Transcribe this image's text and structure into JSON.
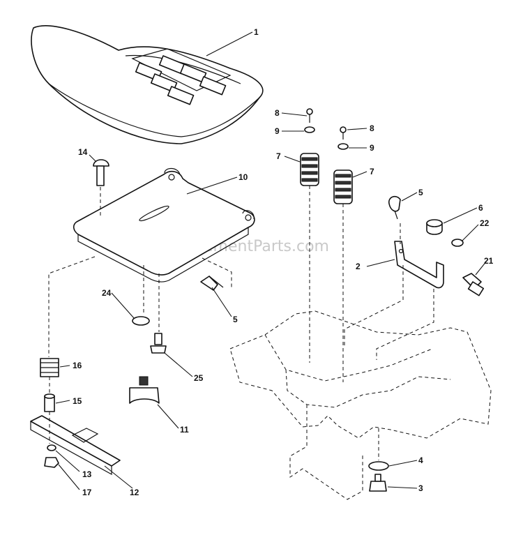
{
  "watermark": "eReplacementParts.com",
  "parts": [
    {
      "key": "seat",
      "callout": "1"
    },
    {
      "key": "bracket",
      "callout": "2"
    },
    {
      "key": "bolt",
      "callout": "3"
    },
    {
      "key": "washer",
      "callout": "4"
    },
    {
      "key": "knob-upper",
      "callout": "5"
    },
    {
      "key": "knob-lower",
      "callout": "5"
    },
    {
      "key": "bushing",
      "callout": "6"
    },
    {
      "key": "spring-left",
      "callout": "7"
    },
    {
      "key": "spring-right",
      "callout": "7"
    },
    {
      "key": "pin-left",
      "callout": "8"
    },
    {
      "key": "pin-right",
      "callout": "8"
    },
    {
      "key": "washer-left",
      "callout": "9"
    },
    {
      "key": "washer-right",
      "callout": "9"
    },
    {
      "key": "seat-pan",
      "callout": "10"
    },
    {
      "key": "knob-adjust",
      "callout": "11"
    },
    {
      "key": "slide-plate",
      "callout": "12"
    },
    {
      "key": "nut",
      "callout": "13"
    },
    {
      "key": "carriage-bolt",
      "callout": "14"
    },
    {
      "key": "spacer",
      "callout": "15"
    },
    {
      "key": "spring-coil",
      "callout": "16"
    },
    {
      "key": "locknut",
      "callout": "17"
    },
    {
      "key": "shoulder-bolt",
      "callout": "21"
    },
    {
      "key": "washer-22",
      "callout": "22"
    },
    {
      "key": "flat-washer",
      "callout": "24"
    },
    {
      "key": "stud-bolt",
      "callout": "25"
    }
  ]
}
